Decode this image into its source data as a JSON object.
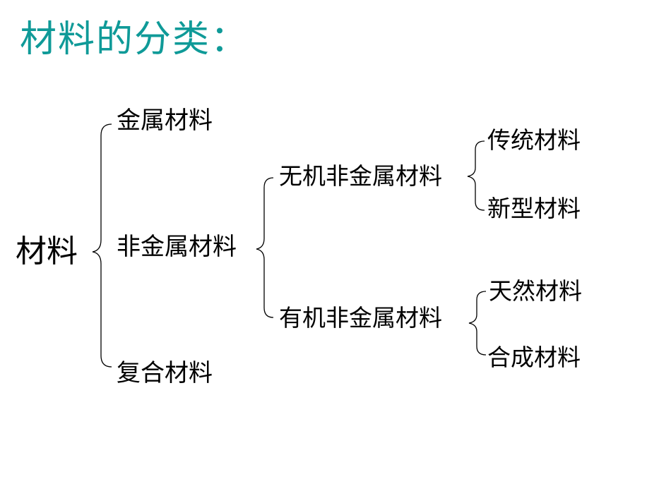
{
  "title": "材料的分类：",
  "tree": {
    "root": "材料",
    "level1": {
      "metal": "金属材料",
      "nonmetal": "非金属材料",
      "composite": "复合材料"
    },
    "level2": {
      "inorganic": "无机非金属材料",
      "organic": "有机非金属材料"
    },
    "level3": {
      "traditional": "传统材料",
      "new_type": "新型材料",
      "natural": "天然材料",
      "synthetic": "合成材料"
    }
  }
}
